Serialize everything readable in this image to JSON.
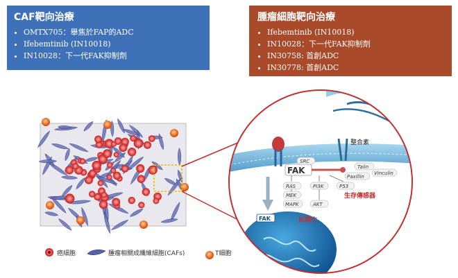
{
  "caf_box": {
    "title": "CAF靶向治療",
    "items": [
      "OMTX705：舉焦於FAP的ADC",
      "Ifebemtinib (IN10018)",
      "IN10028：下一代FAK抑制劑"
    ],
    "color": "#3f71b8"
  },
  "tumor_box": {
    "title": "腫瘤細胞靶向治療",
    "items": [
      "Ifebemtinib (IN10018)",
      "IN10028：下一代FAK抑制劑",
      "IN30758: 首創ADC",
      "IN30778: 首創ADC"
    ],
    "color": "#a94a2a"
  },
  "diagram": {
    "integrin_label": "整合素",
    "fak_label": "FAK",
    "sensor_label": "生存傳感器",
    "anti_apoptosis_label": "抗凋亡",
    "nucleus_fak_label": "FAK",
    "molecules": {
      "src": "SRC",
      "talin": "Talin",
      "vinculin": "Vinculin",
      "paxillin": "Paxillin",
      "ras": "RAS",
      "mek": "MEK",
      "mapk": "MAPK",
      "pi3k": "PI3K",
      "akt": "AKT",
      "p53": "P53"
    }
  },
  "legend": {
    "cancer_cell": "癌細胞",
    "caf": "腫瘤相關成纖維細胞(CAFs)",
    "t_cell": "T細胞"
  }
}
